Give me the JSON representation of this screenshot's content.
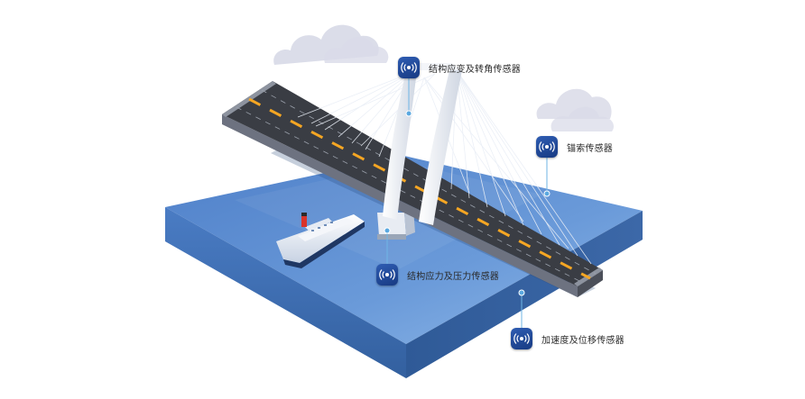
{
  "sensors": [
    {
      "id": "strain",
      "label": "结构应变及转角传感器"
    },
    {
      "id": "cable",
      "label": "锚索传感器"
    },
    {
      "id": "stress",
      "label": "结构应力及压力传感器"
    },
    {
      "id": "accel",
      "label": "加速度及位移传感器"
    }
  ],
  "colors": {
    "water_top": "#5d8ed3",
    "water_side": "#3c6db4",
    "deck": "#3a3d44",
    "lane_marking": "#f5a623",
    "cable": "#e9eef6",
    "icon_bg": "#1f4896",
    "cloud": "#d9dbe8"
  }
}
